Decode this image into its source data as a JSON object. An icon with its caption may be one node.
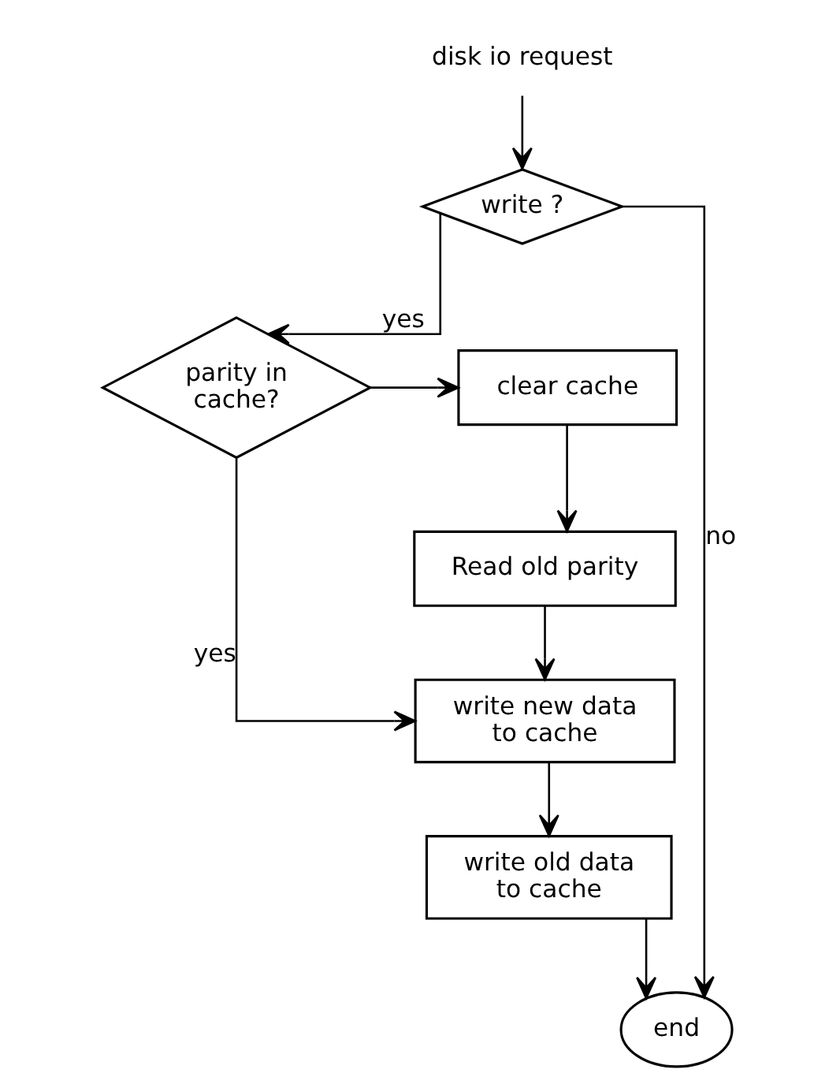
{
  "diagram": {
    "nodes": [
      {
        "text": [
          "disk io request"
        ]
      },
      {
        "text": [
          "write ?"
        ]
      },
      {
        "text": [
          "parity in cache?"
        ]
      },
      {
        "text": [
          "clear cache"
        ]
      },
      {
        "text": [
          "Read old parity"
        ]
      },
      {
        "text": [
          "write new data to cache"
        ]
      },
      {
        "text": [
          "write old data to cache"
        ]
      },
      {
        "text": [
          "end"
        ]
      }
    ],
    "edges": [
      {
        "from": 0,
        "to": 1,
        "arrow": "to"
      },
      {
        "from": 1,
        "to": 7,
        "arrow": "to",
        "label": "no"
      },
      {
        "from": 1,
        "to": 2,
        "arrow": "to",
        "label": "yes"
      },
      {
        "from": 2,
        "to": 3,
        "arrow": "to"
      },
      {
        "from": 3,
        "to": 4,
        "arrow": "to"
      },
      {
        "from": 4,
        "to": 5,
        "arrow": "to"
      },
      {
        "from": 2,
        "to": 5,
        "arrow": "to",
        "label": "yes"
      },
      {
        "from": 5,
        "to": 6,
        "arrow": "to"
      },
      {
        "from": 6,
        "to": 7,
        "arrow": "to"
      }
    ]
  }
}
